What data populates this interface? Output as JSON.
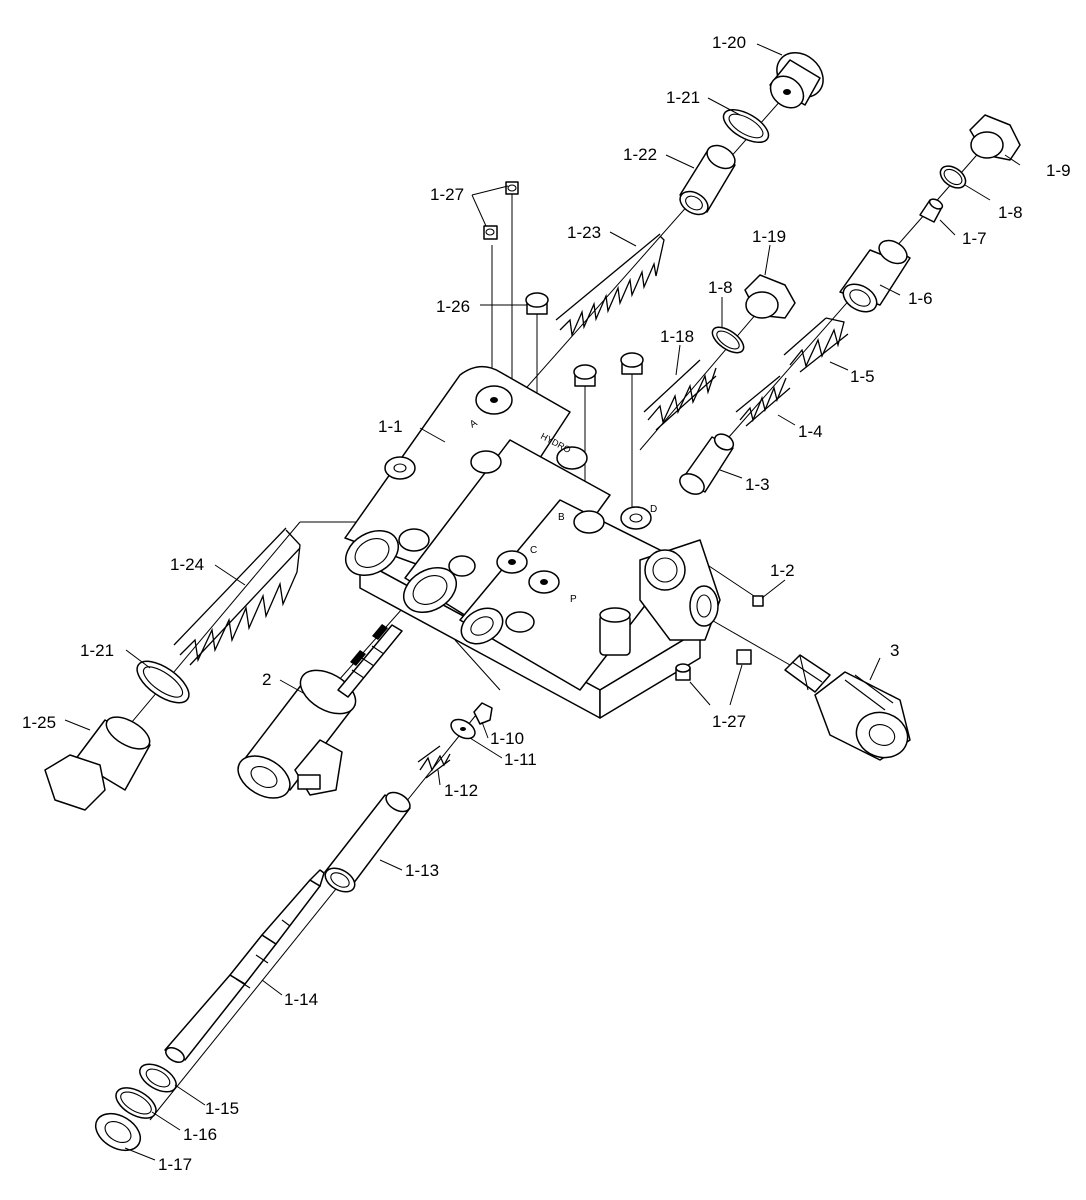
{
  "labels": {
    "p1_1": "1-1",
    "p1_2": "1-2",
    "p1_3": "1-3",
    "p1_4": "1-4",
    "p1_5": "1-5",
    "p1_6": "1-6",
    "p1_7": "1-7",
    "p1_8a": "1-8",
    "p1_8b": "1-8",
    "p1_9": "1-9",
    "p1_10": "1-10",
    "p1_11": "1-11",
    "p1_12": "1-12",
    "p1_13": "1-13",
    "p1_14": "1-14",
    "p1_15": "1-15",
    "p1_16": "1-16",
    "p1_17": "1-17",
    "p1_18": "1-18",
    "p1_19": "1-19",
    "p1_20": "1-20",
    "p1_21a": "1-21",
    "p1_21b": "1-21",
    "p1_22": "1-22",
    "p1_23": "1-23",
    "p1_24": "1-24",
    "p1_25": "1-25",
    "p1_26": "1-26",
    "p1_27a": "1-27",
    "p1_27b": "1-27",
    "p2": "2",
    "p3": "3"
  },
  "block_marks": {
    "a": "A",
    "b": "B",
    "c": "C",
    "d": "D",
    "p": "P",
    "brand": "HYDRO"
  }
}
